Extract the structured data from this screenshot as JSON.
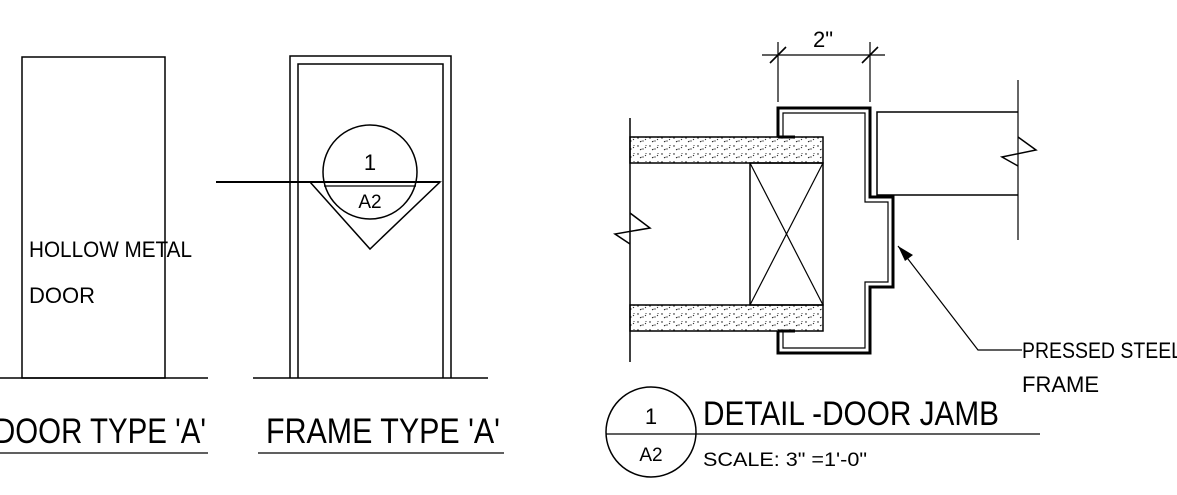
{
  "door_type": {
    "door_label_line1": "HOLLOW METAL",
    "door_label_line2": "DOOR",
    "title": "DOOR TYPE 'A'"
  },
  "frame_type": {
    "callout_number": "1",
    "callout_sheet": "A2",
    "title": "FRAME TYPE 'A'"
  },
  "detail": {
    "dimension": "2\"",
    "leader_line1": "PRESSED STEEL",
    "leader_line2": "FRAME",
    "callout_number": "1",
    "callout_sheet": "A2",
    "title": "DETAIL -DOOR JAMB",
    "scale": "SCALE: 3\" =1'-0\""
  },
  "colors": {
    "ink": "#000000",
    "background": "#ffffff"
  }
}
